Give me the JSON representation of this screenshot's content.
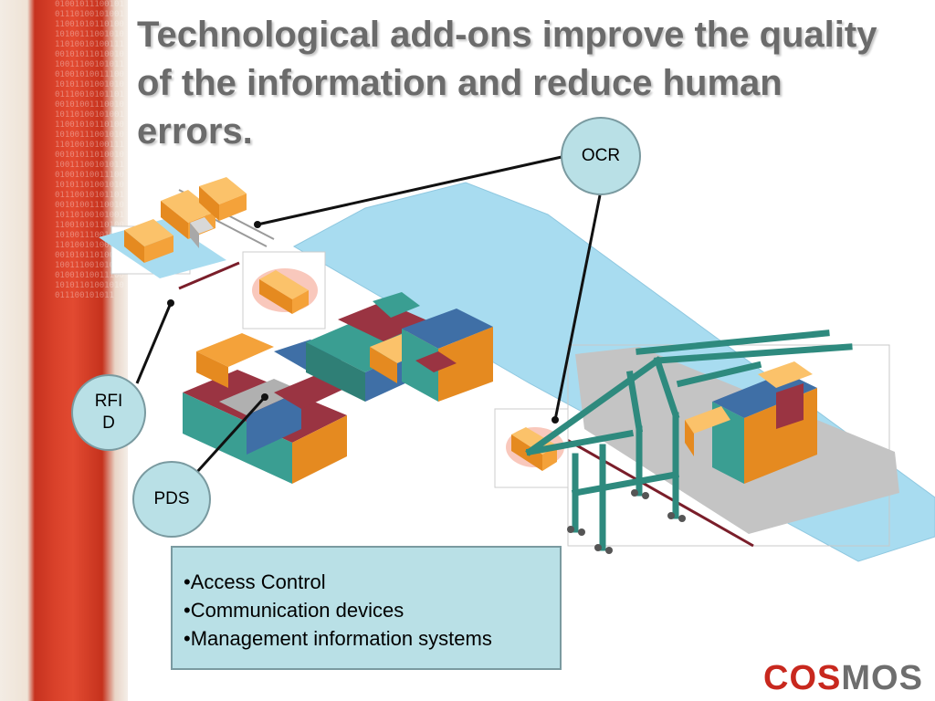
{
  "slide": {
    "title": "Technological add-ons improve the quality of the information and reduce human errors.",
    "sidebar_digits": "0100101110010101110100101001110010101101001010011100101011010010100111001010110100101001110010101101001010011100101011010010100111001010110100101001110010101101001010011100101011010010100111001010110100101001110010101101001010011100101011010010100111001010110100101001110010101101001010011100101011010010100111001010110100101001110010101101001010011100101011010010100111001010110100101001110010101101001010011100101011"
  },
  "callouts": {
    "ocr": "OCR",
    "rfid": "RFID",
    "pds": "PDS"
  },
  "info_box": {
    "items": [
      "•Access Control",
      "•Communication devices",
      "•Management information systems"
    ]
  },
  "logo": {
    "part1": "COS",
    "part2": "MOS"
  },
  "colors": {
    "sidebar_red": "#d9412a",
    "bubble_fill": "#b9e0e6",
    "title_gray": "#6b6b6b",
    "quay_blue": "#a8dcf0",
    "container_orange": "#f4a23a",
    "container_teal": "#3a9e92",
    "container_blue": "#3f6fa6",
    "container_red": "#9a3442",
    "crane_green": "#2e8a7e",
    "logo_red": "#c8281e"
  }
}
